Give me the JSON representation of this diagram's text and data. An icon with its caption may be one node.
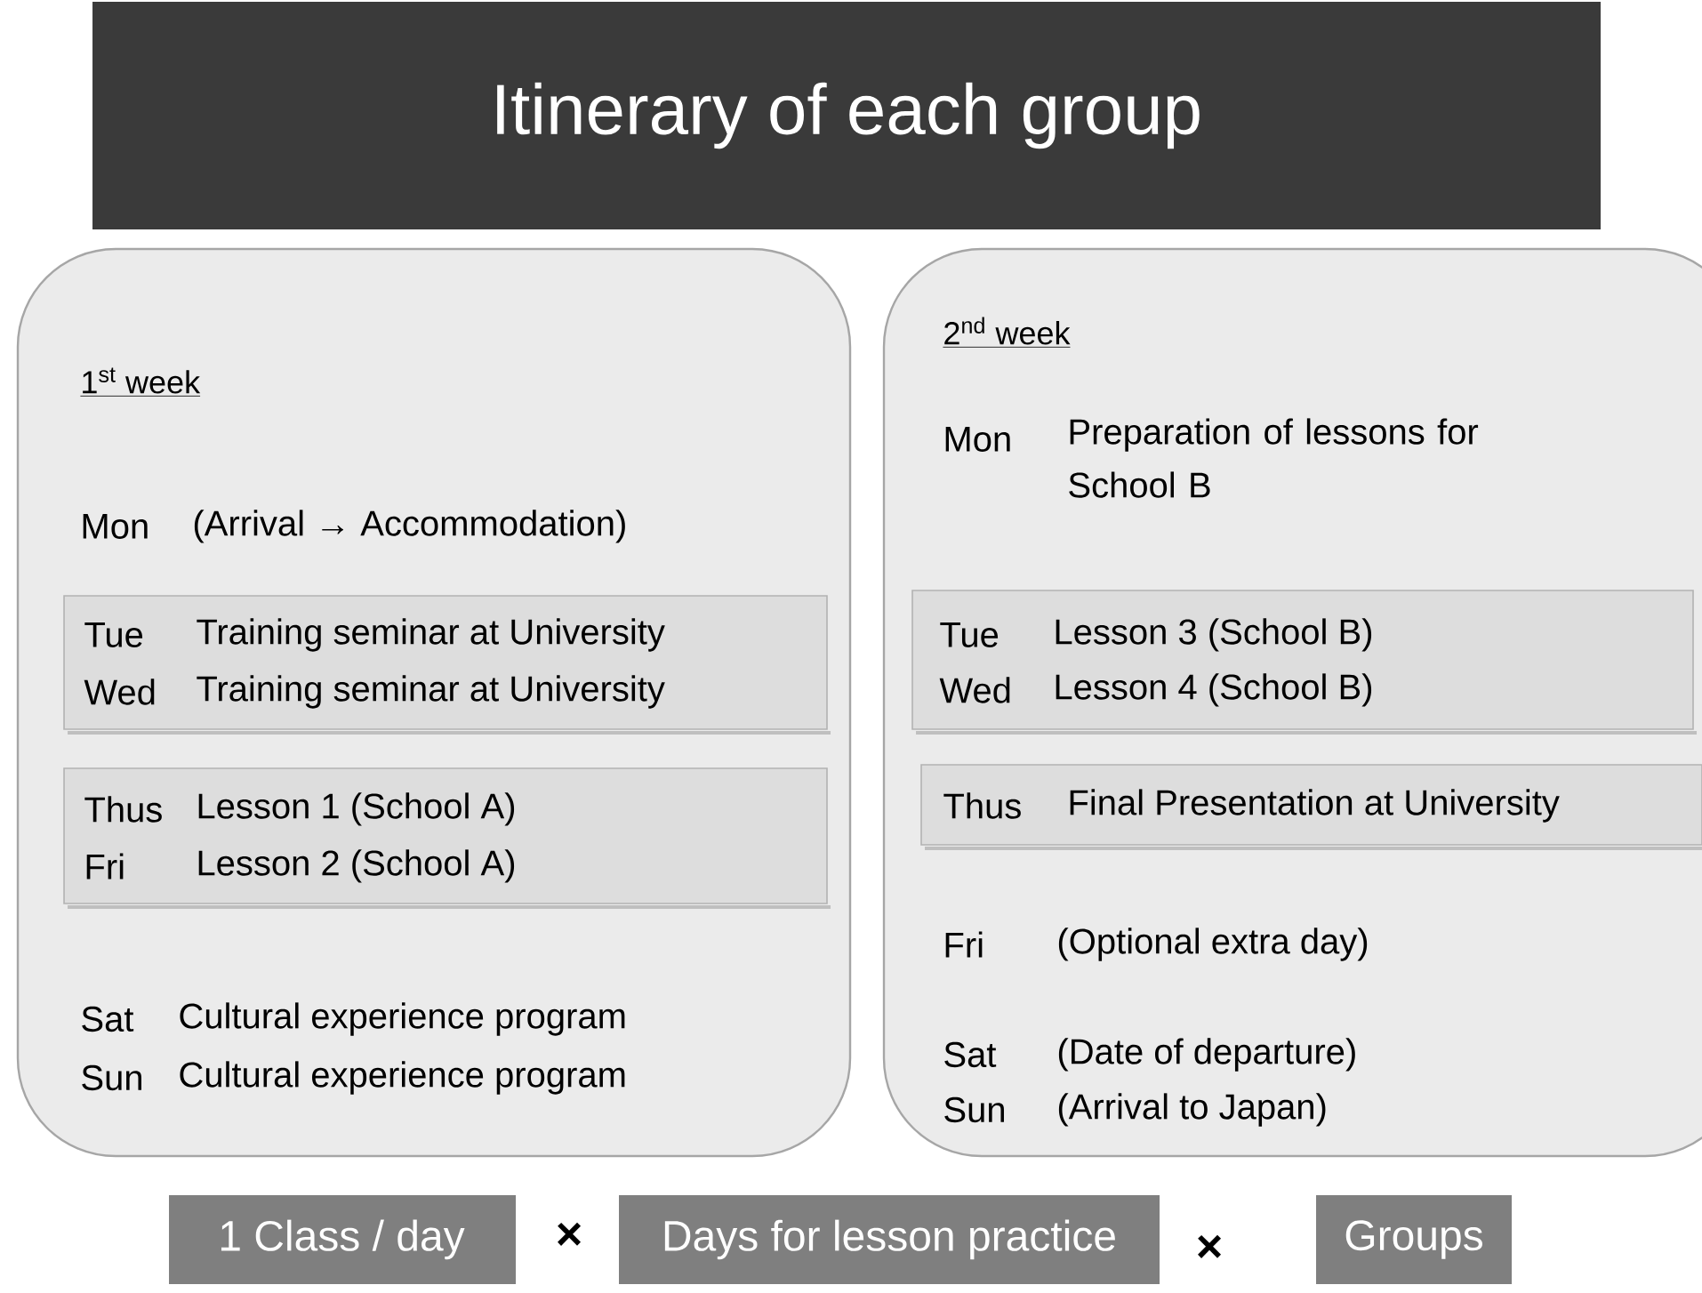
{
  "diagram": {
    "title": "Itinerary of each group",
    "nodes": [
      {
        "text": [
          "1$^{st}$ week",
          "Mon",
          "(Arrival → Accommodation)",
          "Sat",
          "Cultural experience program",
          "Sun",
          "Cultural experience program"
        ]
      },
      {
        "text": [
          "Tue",
          "Training seminar at University",
          "Wed",
          "Training seminar at University"
        ],
        "in": 0
      },
      {
        "text": [
          "Thus",
          "Lesson 1 (School A)",
          "Fri",
          "Lesson 2 (School A)"
        ],
        "in": 0
      },
      {
        "text": [
          "2$^{nd}$ week",
          "Mon",
          "Preparation of lessons for School B",
          "Fri",
          "(Optional extra day)",
          "Sat",
          "(Date of departure)",
          "Sun",
          "(Arrival to Japan)"
        ]
      },
      {
        "text": [
          "Tue",
          "Lesson 3 (School B)",
          "Wed",
          "Lesson 4 (School B)"
        ],
        "in": 3
      },
      {
        "text": [
          "Thus",
          "Final Presentation at University"
        ],
        "in": 3
      },
      {
        "text": [
          "1 Class / day"
        ]
      },
      {
        "text": [
          "Days for lesson practice"
        ]
      },
      {
        "text": [
          "Groups"
        ]
      }
    ],
    "labels": [
      "×",
      "×"
    ]
  }
}
